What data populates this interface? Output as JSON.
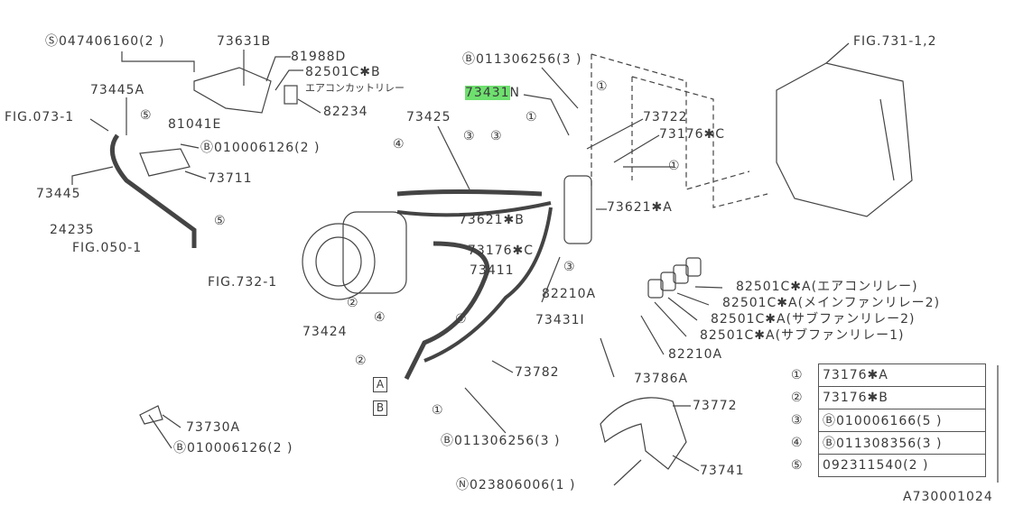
{
  "diagram": {
    "labels": {
      "s047406160": "Ⓢ047406160(2 )",
      "p73631B": "73631B",
      "p81988D": "81988D",
      "p82501CB": "82501C✱B",
      "p82501CB_jp": "エアコンカットリレー",
      "p82234": "82234",
      "p73445A": "73445A",
      "fig073": "FIG.073-1",
      "c5a": "⑤",
      "p81041E": "81041E",
      "b010006126a": "Ⓑ010006126(2 )",
      "p73711": "73711",
      "p73445": "73445",
      "p24235": "24235",
      "c5b": "⑤",
      "fig050": "FIG.050-1",
      "p73425": "73425",
      "c4a": "④",
      "b011306256a": "Ⓑ011306256(3 )",
      "p73431N_hl": "73431",
      "p73431N_suffix": "N",
      "c1a": "①",
      "c1b": "①",
      "p73722": "73722",
      "p73176Ca": "73176✱C",
      "c3a": "③",
      "c3b": "③",
      "c1c": "①",
      "fig731": "FIG.731-1,2",
      "p73621B": "73621✱B",
      "p73621A": "73621✱A",
      "p73176Cb": "73176✱C",
      "p73411": "73411",
      "c3c": "③",
      "fig732": "FIG.732-1",
      "c2a": "②",
      "c4b": "④",
      "p73424": "73424",
      "c4c": "④",
      "p73431I": "73431I",
      "p82210Aa": "82210A",
      "relay1": "82501C✱A(エアコンリレー)",
      "relay2": "82501C✱A(メインファンリレー2)",
      "relay3": "82501C✱A(サブファンリレー2)",
      "relay4": "82501C✱A(サブファンリレー1)",
      "p82210Ab": "82210A",
      "c2b": "②",
      "boxA": "A",
      "boxB": "B",
      "c1d": "①",
      "p73782": "73782",
      "p73786A": "73786A",
      "p73772": "73772",
      "p73730A": "73730A",
      "b010006126b": "Ⓑ010006126(2 )",
      "b011306256b": "Ⓑ011306256(3 )",
      "p73741": "73741",
      "n023806006": "Ⓝ023806006(1 )",
      "drawing_id": "A730001024"
    },
    "legend": [
      {
        "key": "①",
        "value": "73176✱A"
      },
      {
        "key": "②",
        "value": "73176✱B"
      },
      {
        "key": "③",
        "value": "Ⓑ010006166(5 )"
      },
      {
        "key": "④",
        "value": "Ⓑ011308356(3 )"
      },
      {
        "key": "⑤",
        "value": "092311540(2 )"
      }
    ],
    "highlight_color": "#6ee06e"
  }
}
